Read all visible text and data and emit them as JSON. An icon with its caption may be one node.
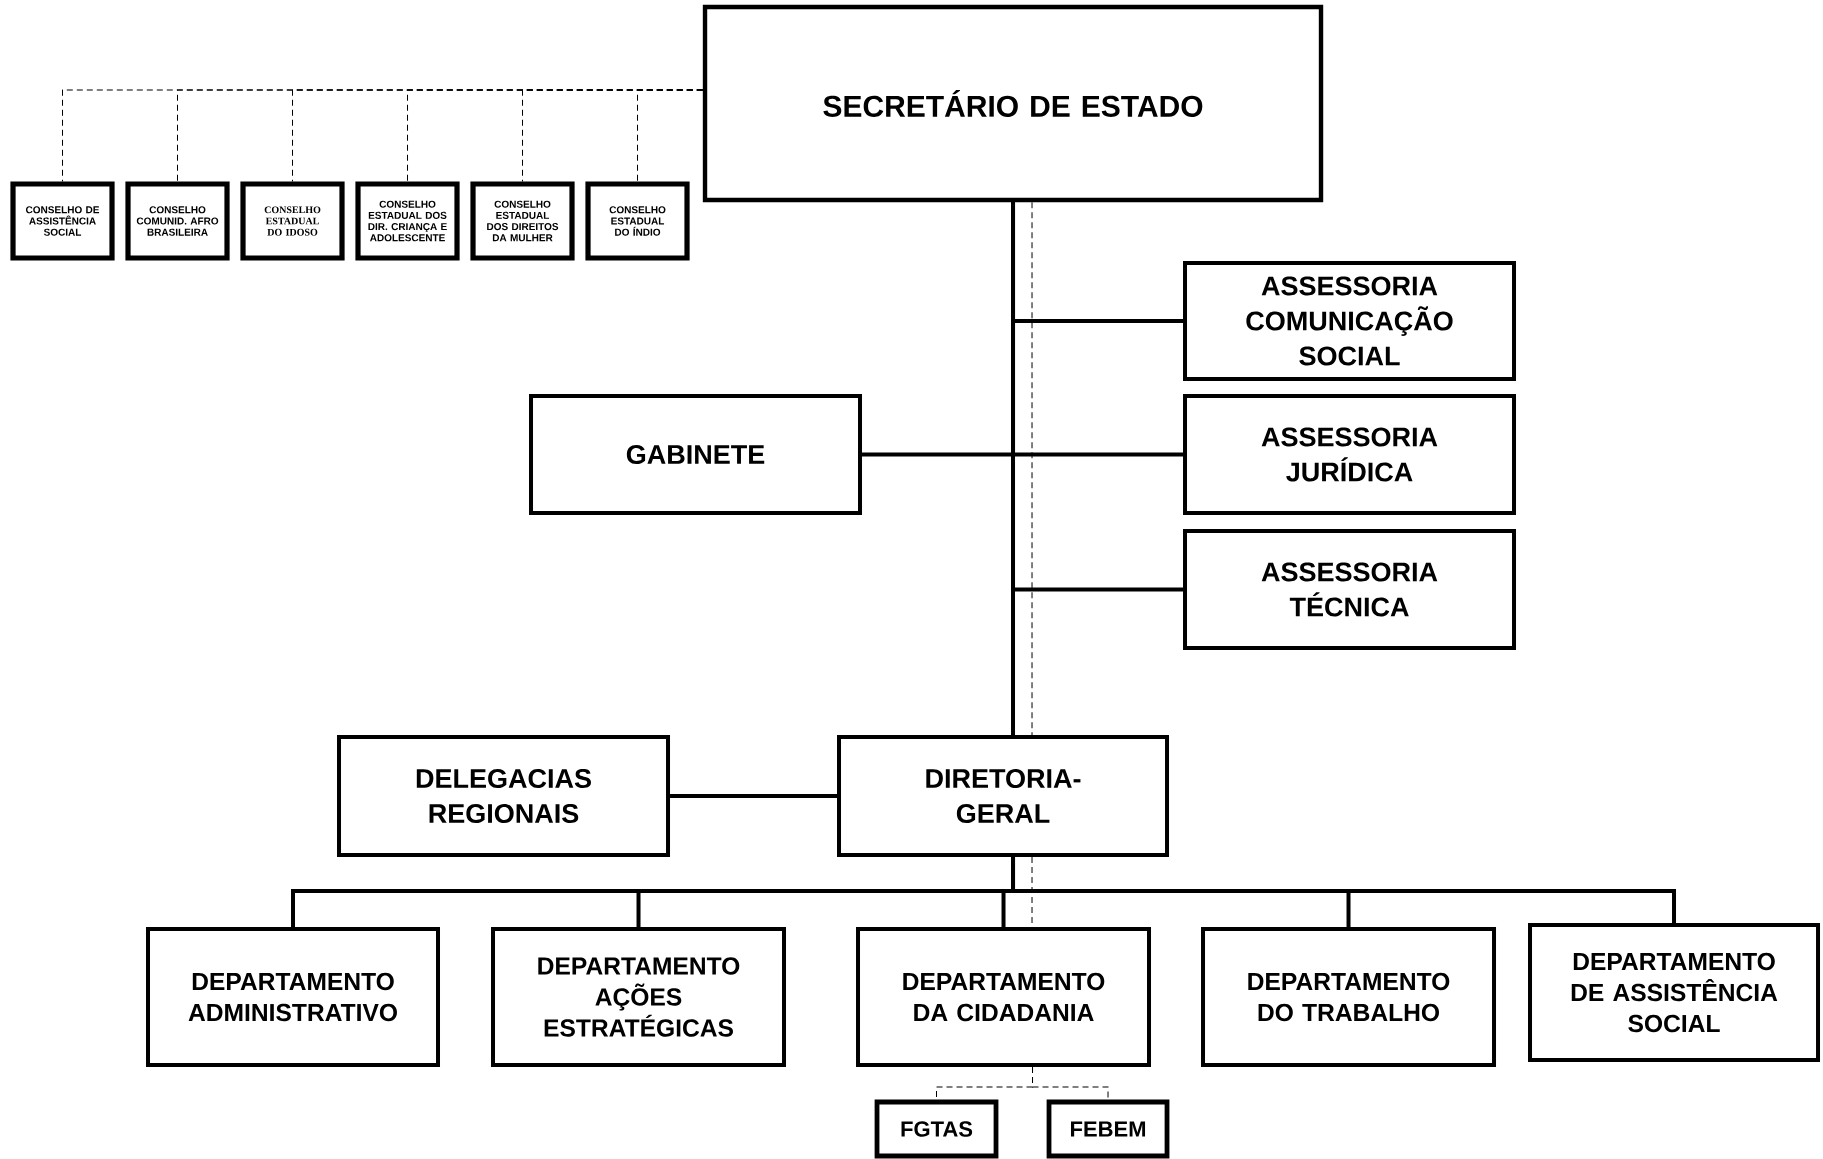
{
  "diagram": {
    "nodes": [
      {
        "text": [
          "SECRETÁRIO DE ESTADO"
        ]
      },
      {
        "text": [
          "CONSELHO DE ASSISTÊNCIA SOCIAL"
        ]
      },
      {
        "text": [
          "CONSELHO COMUNID. AFRO BRASILEIRA"
        ]
      },
      {
        "text": [
          "CONSELHO ESTADUAL DO IDOSO"
        ]
      },
      {
        "text": [
          "CONSELHO ESTADUAL DOS DIR. CRIANÇA E ADOLESCENTE"
        ]
      },
      {
        "text": [
          "CONSELHO ESTADUAL DOS DIREITOS DA MULHER"
        ]
      },
      {
        "text": [
          "CONSELHO ESTADUAL DO ÍNDIO"
        ]
      },
      {
        "text": [
          "ASSESSORIA COMUNICAÇÃO SOCIAL"
        ]
      },
      {
        "text": [
          "GABINETE"
        ]
      },
      {
        "text": [
          "ASSESSORIA JURÍDICA"
        ]
      },
      {
        "text": [
          "ASSESSORIA TÉCNICA"
        ]
      },
      {
        "text": [
          "DELEGACIAS REGIONAIS"
        ]
      },
      {
        "text": [
          "DIRETORIA-GERAL"
        ]
      },
      {
        "text": [
          "DEPARTAMENTO ADMINISTRATIVO"
        ]
      },
      {
        "text": [
          "DEPARTAMENTO AÇÕES ESTRATÉGICAS"
        ]
      },
      {
        "text": [
          "DEPARTAMENTO DA CIDADANIA"
        ]
      },
      {
        "text": [
          "DEPARTAMENTO DO TRABALHO"
        ]
      },
      {
        "text": [
          "DEPARTAMENTO DE ASSISTÊNCIA SOCIAL"
        ]
      },
      {
        "text": [
          "FGTAS"
        ]
      },
      {
        "text": [
          "FEBEM"
        ]
      }
    ],
    "edges": [
      {
        "from": 0,
        "to": 1,
        "arrow": "none",
        "style": "dashed"
      },
      {
        "from": 0,
        "to": 2,
        "arrow": "none",
        "style": "dashed"
      },
      {
        "from": 0,
        "to": 3,
        "arrow": "none",
        "style": "dashed"
      },
      {
        "from": 0,
        "to": 4,
        "arrow": "none",
        "style": "dashed"
      },
      {
        "from": 0,
        "to": 5,
        "arrow": "none",
        "style": "dashed"
      },
      {
        "from": 0,
        "to": 6,
        "arrow": "none",
        "style": "dashed"
      },
      {
        "from": 0,
        "to": 7,
        "arrow": "none"
      },
      {
        "from": 0,
        "to": 8,
        "arrow": "none"
      },
      {
        "from": 0,
        "to": 9,
        "arrow": "none"
      },
      {
        "from": 0,
        "to": 10,
        "arrow": "none"
      },
      {
        "from": 0,
        "to": 12,
        "arrow": "none"
      },
      {
        "from": 11,
        "to": 12,
        "arrow": "none"
      },
      {
        "from": 12,
        "to": 13,
        "arrow": "none"
      },
      {
        "from": 12,
        "to": 14,
        "arrow": "none"
      },
      {
        "from": 12,
        "to": 15,
        "arrow": "none"
      },
      {
        "from": 12,
        "to": 16,
        "arrow": "none"
      },
      {
        "from": 12,
        "to": 17,
        "arrow": "none"
      },
      {
        "from": 0,
        "to": 12,
        "arrow": "none",
        "style": "dashed"
      },
      {
        "from": 12,
        "to": 15,
        "arrow": "none",
        "style": "dashed"
      },
      {
        "from": 15,
        "to": 18,
        "arrow": "none",
        "style": "dashed"
      },
      {
        "from": 15,
        "to": 19,
        "arrow": "none",
        "style": "dashed"
      }
    ]
  }
}
